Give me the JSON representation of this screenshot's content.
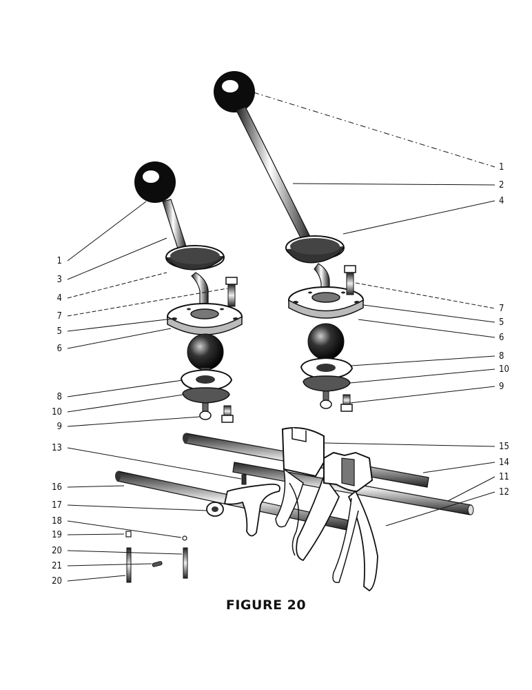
{
  "figure": {
    "caption": "FIGURE 20"
  },
  "left_labels": [
    "1",
    "3",
    "4",
    "7",
    "5",
    "6",
    "8",
    "10",
    "9",
    "13",
    "16",
    "17",
    "18",
    "19",
    "20",
    "21",
    "20"
  ],
  "right_labels": [
    "1",
    "2",
    "4",
    "7",
    "5",
    "6",
    "8",
    "10",
    "9",
    "15",
    "14",
    "11",
    "12"
  ],
  "colors": {
    "ink": "#111111",
    "background": "#ffffff"
  }
}
